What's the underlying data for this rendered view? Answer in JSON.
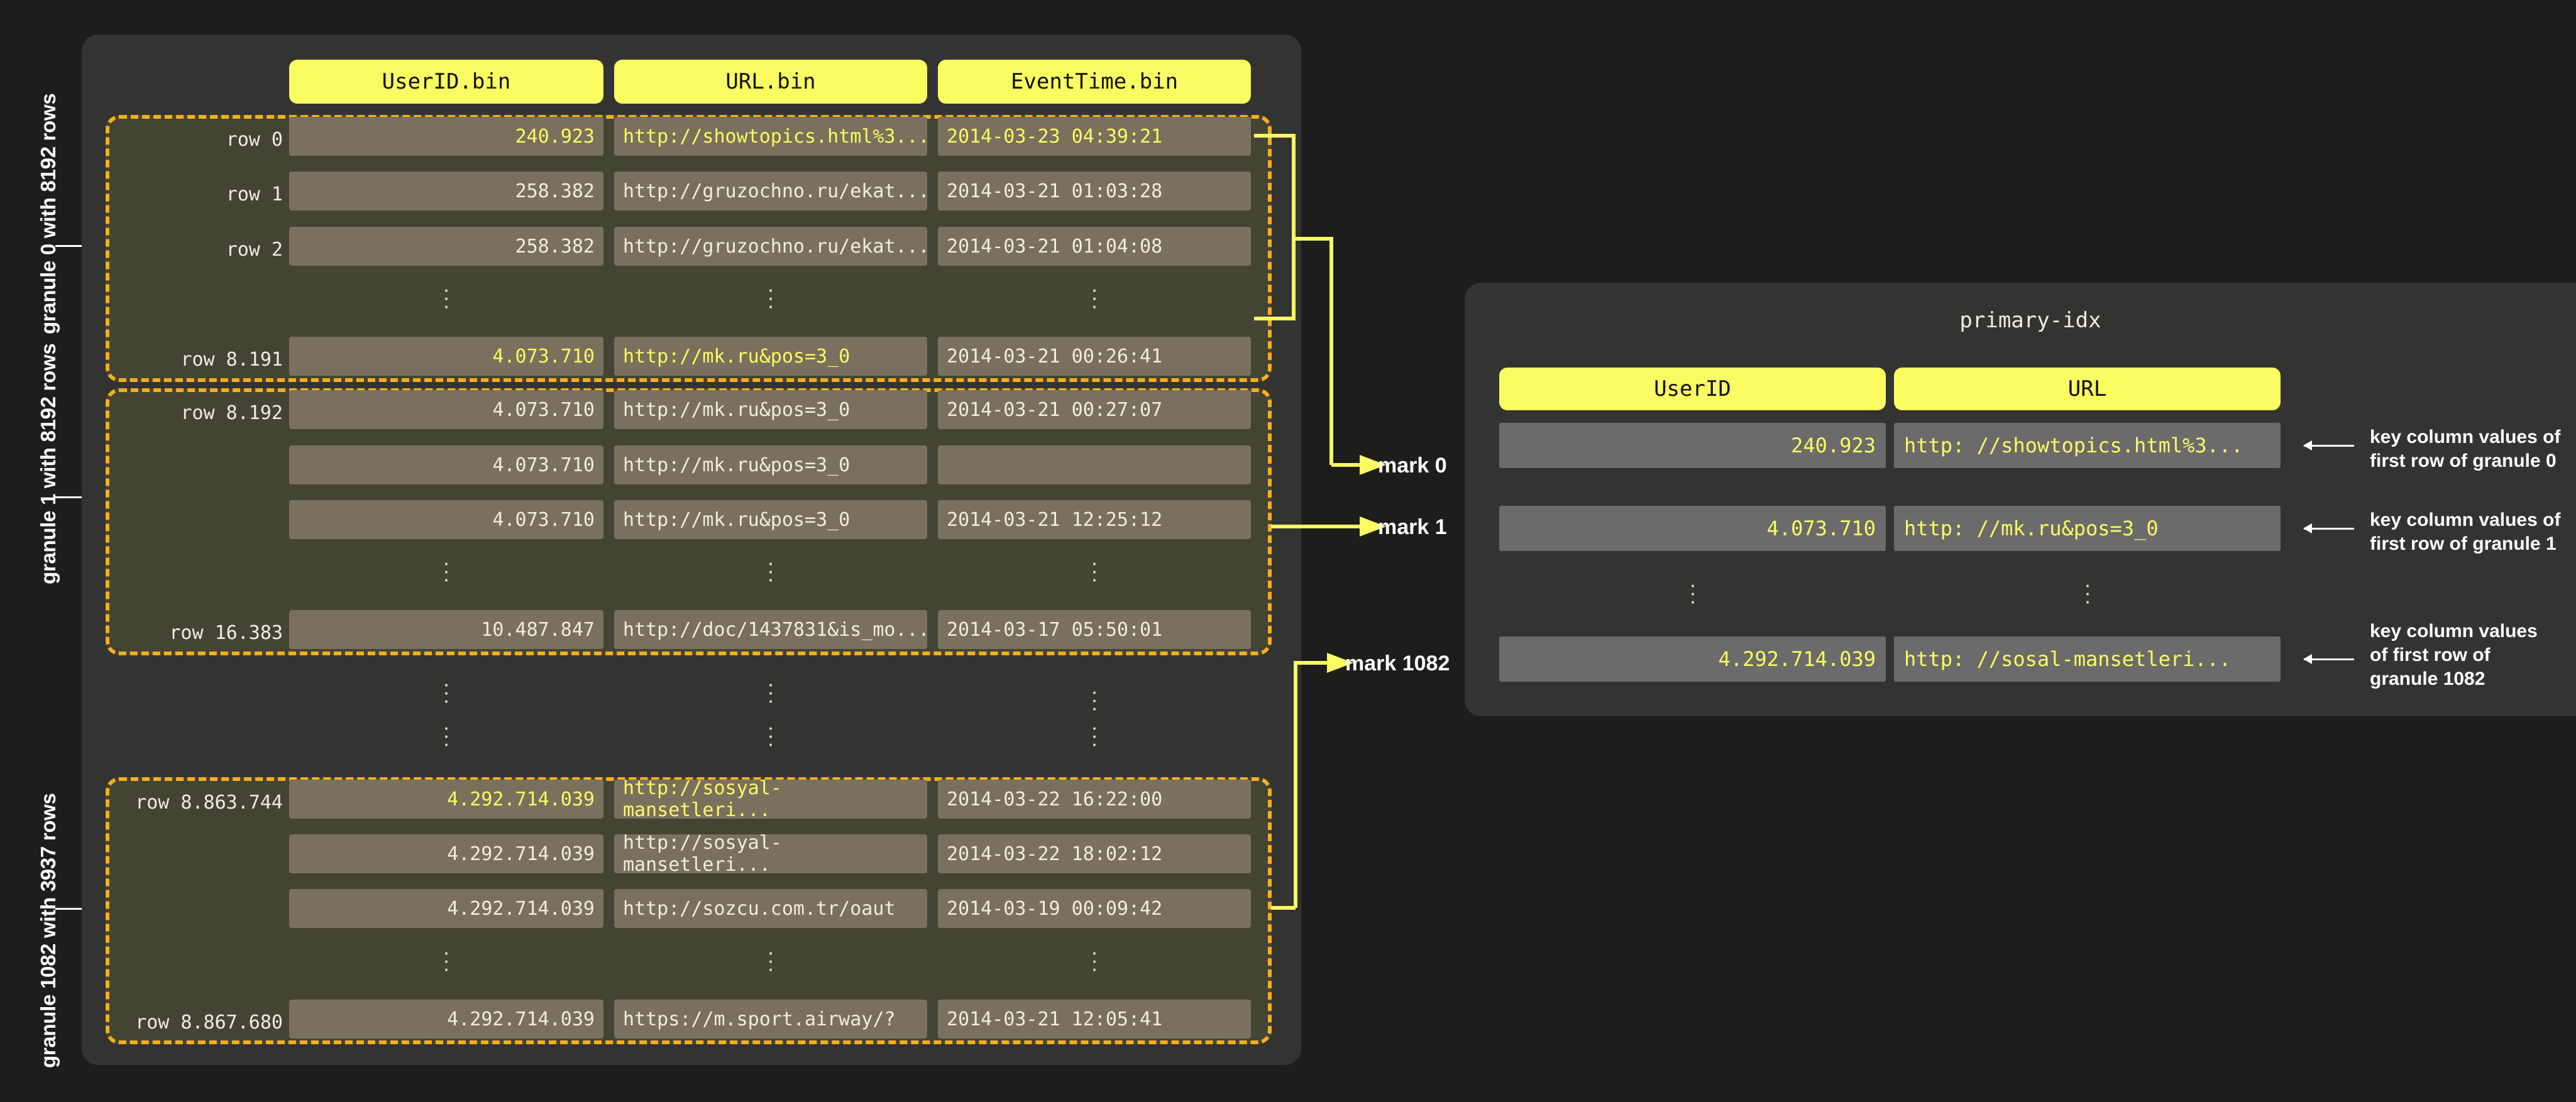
{
  "colors": {
    "background": "#1d1d1b",
    "panel": "#333332",
    "accent_yellow": "#fbfb62",
    "dashed_orange": "#f5b01a",
    "cell_grey": "#79705d",
    "idx_cell_grey": "#6b6b6b",
    "text_light": "#f2ece2"
  },
  "granule_labels": [
    {
      "text": "granule 0 with 8192 rows"
    },
    {
      "text": "granule 1 with 8192 rows"
    },
    {
      "text": "granule 1082 with 3937 rows"
    }
  ],
  "columns": [
    {
      "label": "UserID.bin"
    },
    {
      "label": "URL.bin"
    },
    {
      "label": "EventTime.bin"
    }
  ],
  "granules": [
    {
      "name": "granule-0",
      "rows": [
        {
          "label": "row 0",
          "userid": "240.923",
          "url": "http://showtopics.html%3...",
          "eventtime": "2014-03-23 04:39:21",
          "highlight": true
        },
        {
          "label": "row 1",
          "userid": "258.382",
          "url": "http://gruzochno.ru/ekat...",
          "eventtime": "2014-03-21 01:03:28",
          "highlight": false
        },
        {
          "label": "row 2",
          "userid": "258.382",
          "url": "http://gruzochno.ru/ekat...",
          "eventtime": "2014-03-21 01:04:08",
          "highlight": false
        },
        {
          "label": "",
          "userid": "⋮",
          "url": "⋮",
          "eventtime": "⋮",
          "ellipsis": true
        },
        {
          "label": "row 8.191",
          "userid": "4.073.710",
          "url": "http://mk.ru&pos=3_0",
          "eventtime": "2014-03-21 00:26:41",
          "highlight": true
        }
      ]
    },
    {
      "name": "granule-1",
      "rows": [
        {
          "label": "row 8.192",
          "userid": "4.073.710",
          "url": "http://mk.ru&pos=3_0",
          "eventtime": "2014-03-21 00:27:07",
          "highlight": false
        },
        {
          "label": "",
          "userid": "4.073.710",
          "url": "http://mk.ru&pos=3_0",
          "eventtime": "",
          "highlight": false
        },
        {
          "label": "",
          "userid": "4.073.710",
          "url": "http://mk.ru&pos=3_0",
          "eventtime": "2014-03-21 12:25:12",
          "highlight": false
        },
        {
          "label": "",
          "userid": "⋮",
          "url": "⋮",
          "eventtime": "⋮",
          "ellipsis": true
        },
        {
          "label": "row 16.383",
          "userid": "10.487.847",
          "url": "http://doc/1437831&is_mo...",
          "eventtime": "2014-03-17 05:50:01",
          "highlight": false
        }
      ]
    },
    {
      "name": "granule-1082",
      "rows": [
        {
          "label": "row 8.863.744",
          "userid": "4.292.714.039",
          "url": "http://sosyal-mansetleri...",
          "eventtime": "2014-03-22 16:22:00",
          "highlight": true
        },
        {
          "label": "",
          "userid": "4.292.714.039",
          "url": "http://sosyal-mansetleri...",
          "eventtime": "2014-03-22 18:02:12",
          "highlight": false
        },
        {
          "label": "",
          "userid": "4.292.714.039",
          "url": "http://sozcu.com.tr/oaut",
          "eventtime": "2014-03-19 00:09:42",
          "highlight": false
        },
        {
          "label": "",
          "userid": "⋮",
          "url": "⋮",
          "eventtime": "⋮",
          "ellipsis": true
        },
        {
          "label": "row 8.867.680",
          "userid": "4.292.714.039",
          "url": "https://m.sport.airway/?",
          "eventtime": "2014-03-21 12:05:41",
          "highlight": false
        }
      ]
    }
  ],
  "gap_ellipsis_rows": 2,
  "marks": [
    {
      "label": "mark 0"
    },
    {
      "label": "mark 1"
    },
    {
      "label": "mark 1082"
    }
  ],
  "primary_index": {
    "title": "primary-idx",
    "columns": [
      {
        "label": "UserID"
      },
      {
        "label": "URL"
      }
    ],
    "rows": [
      {
        "userid": "240.923",
        "url": "http: //showtopics.html%3..."
      },
      {
        "userid": "4.073.710",
        "url": "http: //mk.ru&pos=3_0"
      },
      {
        "userid": "⋮",
        "url": "⋮",
        "ellipsis": true
      },
      {
        "userid": "4.292.714.039",
        "url": "http: //sosal-mansetleri..."
      }
    ]
  },
  "annotations": [
    {
      "text": "key column values of\nfirst row of granule 0"
    },
    {
      "text": "key column values of\nfirst row of granule 1"
    },
    {
      "text": "key column values\nof first row of\ngranule 1082"
    }
  ]
}
